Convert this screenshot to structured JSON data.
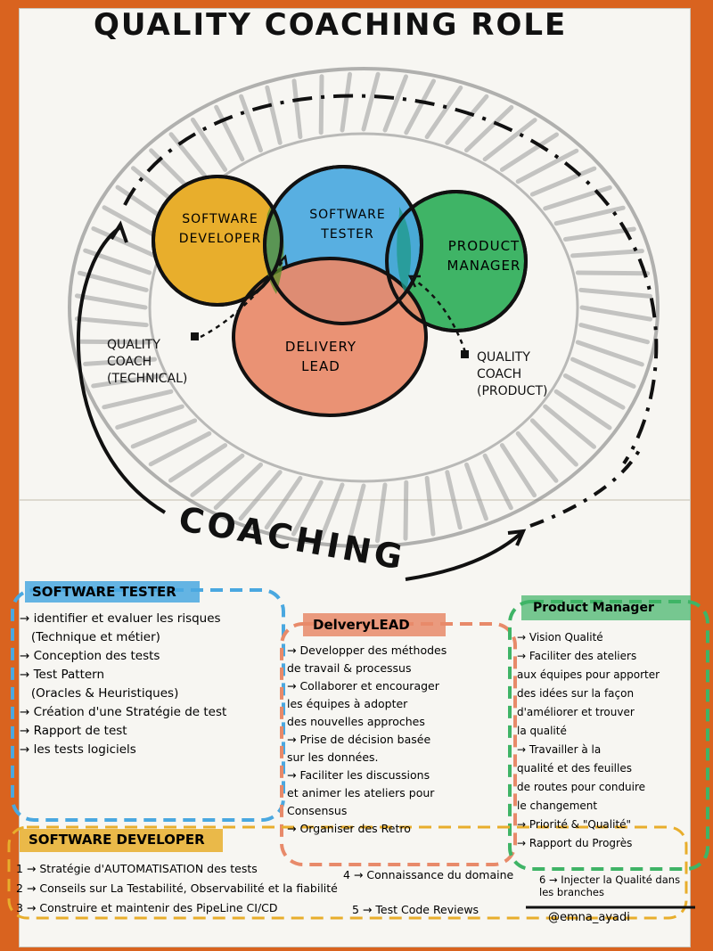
{
  "title": "QUALITY COACHING ROLE",
  "center": {
    "outer_label": "COACHING",
    "roles": [
      {
        "id": "dev",
        "label_line1": "SOFTWARE",
        "label_line2": "DEVELOPER",
        "color": "#e8ae2c"
      },
      {
        "id": "tester",
        "label_line1": "SOFTWARE",
        "label_line2": "TESTER",
        "color": "#4aa8e0"
      },
      {
        "id": "pm",
        "label_line1": "PRODUCT",
        "label_line2": "MANAGER",
        "color": "#3fb466"
      },
      {
        "id": "lead",
        "label_line1": "DELIVERY",
        "label_line2": "LEAD",
        "color": "#e88a6a"
      }
    ],
    "qc_technical": {
      "line1": "QUALITY",
      "line2": "COACH",
      "line3": "(TECHNICAL)"
    },
    "qc_product": {
      "line1": "QUALITY",
      "line2": "COACH",
      "line3": "(PRODUCT)"
    }
  },
  "tester_box": {
    "title": "SOFTWARE TESTER",
    "title_color": "#4aa8e0",
    "items": [
      "identifier et evaluer les risques",
      "(Technique et métier)",
      "Conception des tests",
      "Test Pattern",
      "(Oracles & Heuristiques)",
      "Création d'une Stratégie de test",
      "Rapport de test",
      "les tests logiciels"
    ]
  },
  "lead_box": {
    "title": "DelveryLEAD",
    "title_color": "#e88a6a",
    "items": [
      "Developper des méthodes",
      "de travail & processus",
      "Collaborer et encourager",
      "les équipes à adopter",
      "des nouvelles approches",
      "Prise de décision basée",
      "sur les données.",
      "Faciliter les discussions",
      "et animer les ateliers pour",
      "Consensus",
      "Organiser des Retro"
    ]
  },
  "pm_box": {
    "title": "Product Manager",
    "title_color": "#3fb466",
    "items": [
      "Vision Qualité",
      "Faciliter des ateliers",
      "aux équipes pour apporter",
      "des idées sur la façon",
      "d'améliorer et trouver",
      "la qualité",
      "Travailler à la",
      "qualité et des feuilles",
      "de routes pour conduire",
      "le changement",
      "Priorité & \"Qualité\"",
      "Rapport du Progrès"
    ]
  },
  "dev_box": {
    "title": "SOFTWARE DEVELOPER",
    "title_color": "#e8ae2c",
    "items": [
      {
        "num": "1",
        "text": "Stratégie d'AUTOMATISATION des tests"
      },
      {
        "num": "2",
        "text": "Conseils sur La Testabilité, Observabilité et la fiabilité"
      },
      {
        "num": "3",
        "text": "Construire et maintenir des PipeLine CI/CD"
      }
    ],
    "extra": [
      {
        "num": "4",
        "text": "Connaissance du domaine"
      },
      {
        "num": "5",
        "text": "Test Code Reviews"
      },
      {
        "num": "6",
        "text": "Injecter la Qualité dans les branches"
      }
    ]
  },
  "signature": "@emna_ayadi"
}
